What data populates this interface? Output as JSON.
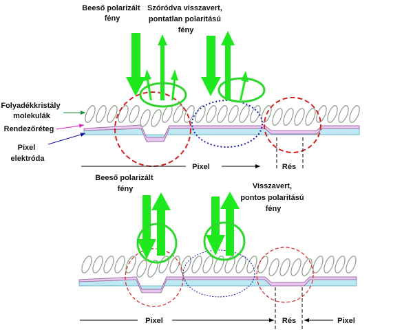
{
  "colors": {
    "arrow": "#1ee81e",
    "ellipse_green": "#2ed62e",
    "circle_red": "#d42020",
    "circle_blue": "#1a1aa8",
    "substrate": "#bfe9f2",
    "substrate_edge": "#6fb8c8",
    "alignment_layer": "#e8c8ee",
    "alignment_edge": "#a070a8",
    "molecule": "#8a9a8a",
    "pointer_green": "#1a8a3a",
    "pointer_magenta": "#e020c0",
    "pointer_blue": "#1010a0"
  },
  "top": {
    "incident": [
      "Beeső polarizált",
      "fény"
    ],
    "scattered": [
      "Szóródva visszavert,",
      "pontatlan polaritású",
      "fény"
    ],
    "lc_molecules": [
      "Folyadékkristály",
      "molekulák"
    ],
    "alignment_layer": "Rendezőréteg",
    "pixel_electrode": [
      "Pixel",
      "elektróda"
    ],
    "pixel": "Pixel",
    "gap": "Rés"
  },
  "bottom": {
    "incident": [
      "Beeső polarizált",
      "fény"
    ],
    "reflected": [
      "Visszavert,",
      "pontos polaritású",
      "fény"
    ],
    "pixel_left": "Pixel",
    "gap": "Rés",
    "pixel_right": "Pixel"
  }
}
